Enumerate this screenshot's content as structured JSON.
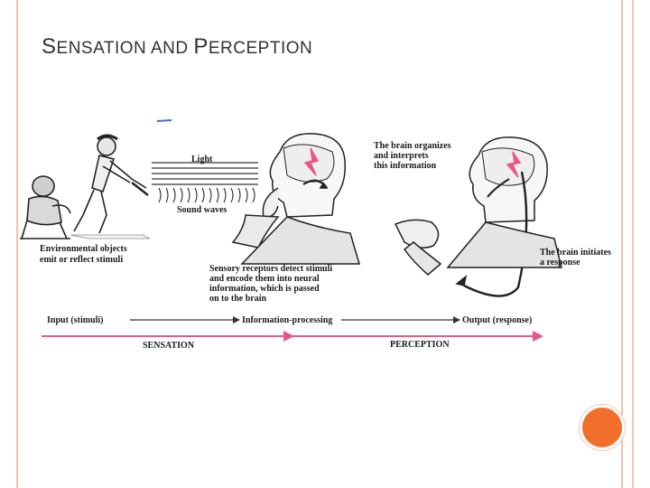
{
  "slide": {
    "title_first_S": "S",
    "title_rest_1": "ENSATION AND ",
    "title_first_P": "P",
    "title_rest_2": "ERCEPTION"
  },
  "figure": {
    "light": "Light",
    "sound_waves": "Sound waves",
    "env_line1": "Environmental objects",
    "env_line2": "emit or reflect stimuli",
    "sensory_line1": "Sensory receptors detect stimuli",
    "sensory_line2": "and encode them into neural",
    "sensory_line3": "information, which is passed",
    "sensory_line4": "on to the brain",
    "brain_org_line1": "The brain organizes",
    "brain_org_line2": "and interprets",
    "brain_org_line3": "this information",
    "brain_init_line1": "The brain initiates",
    "brain_init_line2": "a response",
    "input": "Input (stimuli)",
    "info_processing": "Information-processing",
    "output": "Output (response)",
    "sensation": "SENSATION",
    "perception": "PERCEPTION"
  },
  "colors": {
    "accent_border": "#f3c4b0",
    "orange_dot": "#f26f2b",
    "brain_pink": "#e8578a",
    "arrow_pink": "#e8578a"
  }
}
